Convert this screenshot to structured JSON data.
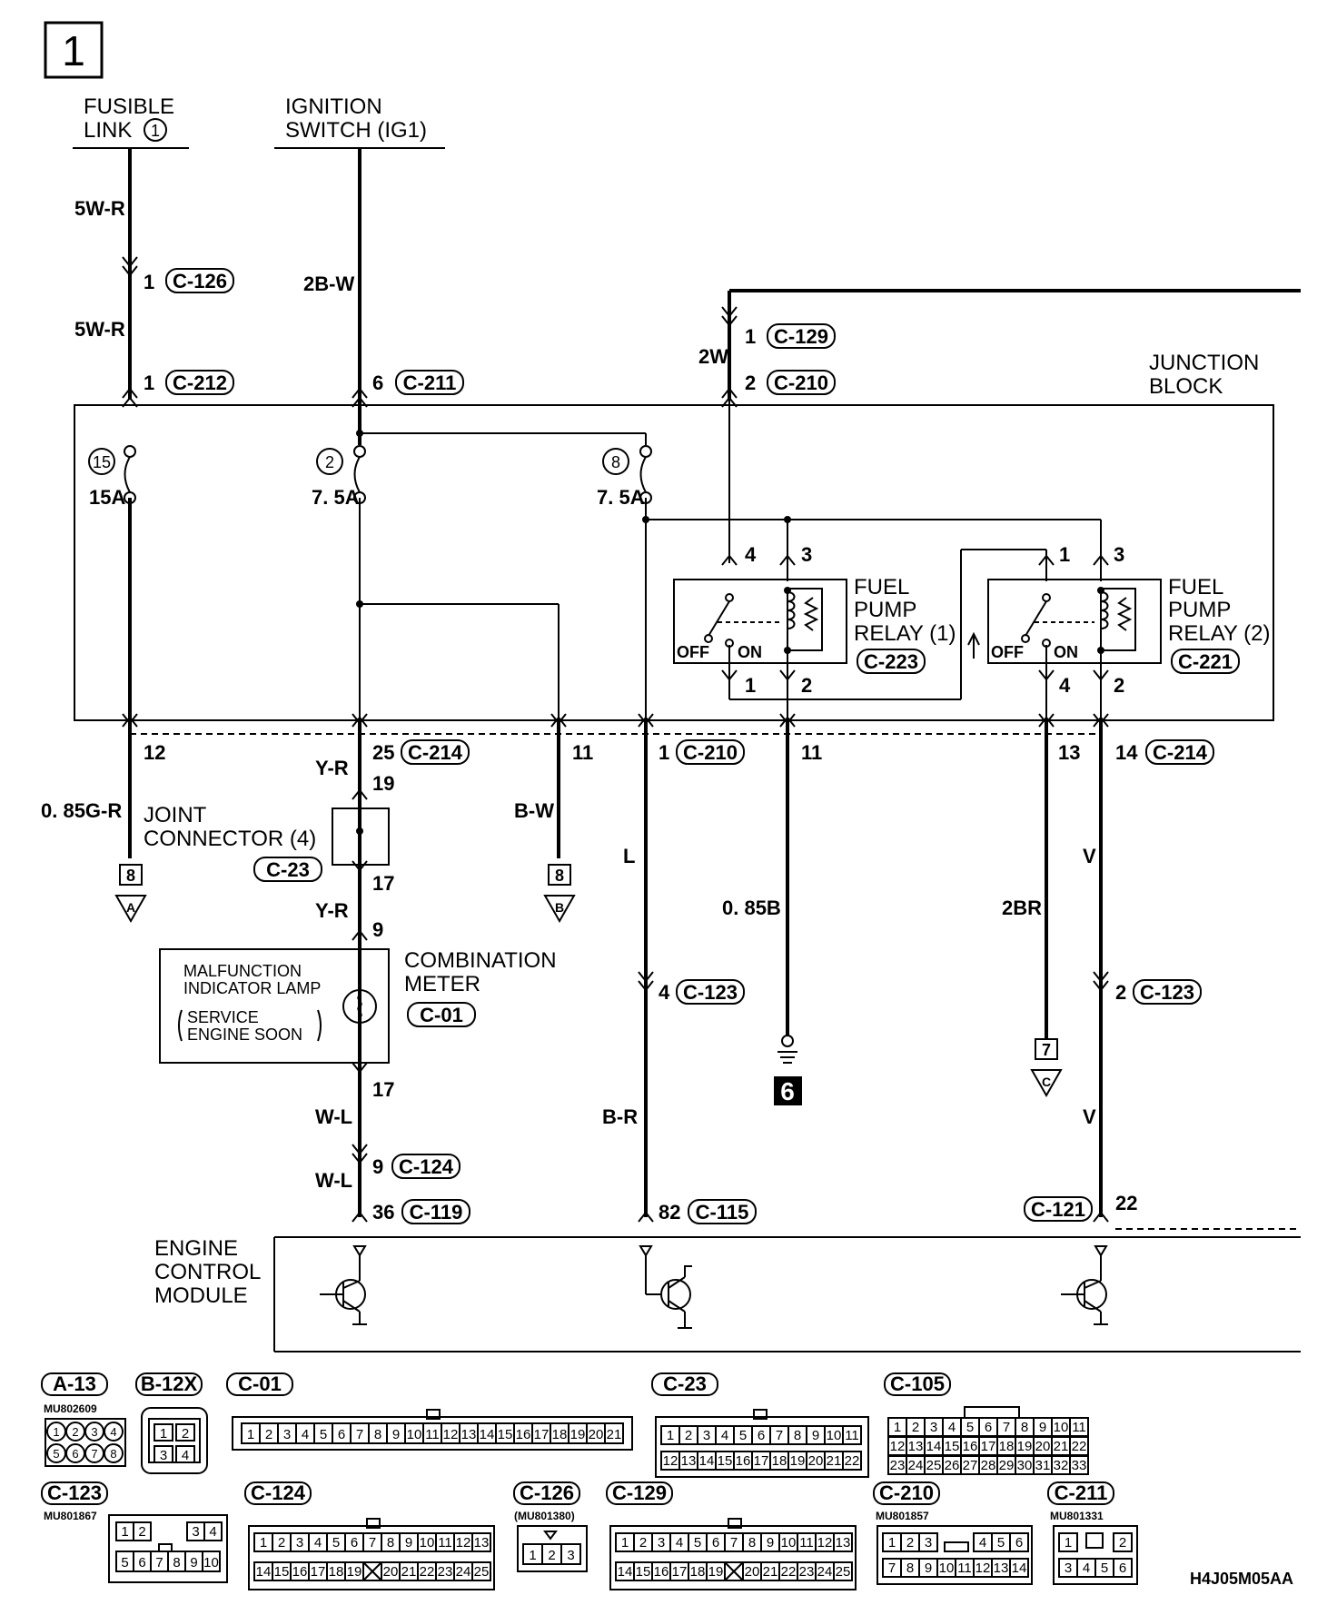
{
  "page_number": "1",
  "sources": {
    "fusible_link_line1": "FUSIBLE",
    "fusible_link_line2": "LINK",
    "fusible_link_num": "1",
    "ignition_line1": "IGNITION",
    "ignition_line2": "SWITCH (IG1)"
  },
  "wires": {
    "w_5wr_a": "5W-R",
    "w_5wr_b": "5W-R",
    "w_2bw": "2B-W",
    "w_2w": "2W",
    "w_yr_a": "Y-R",
    "w_085gr": "0. 85G-R",
    "w_bw": "B-W",
    "w_l": "L",
    "w_085b": "0. 85B",
    "w_2br": "2BR",
    "w_v_a": "V",
    "w_yr_b": "Y-R",
    "w_wl_a": "W-L",
    "w_wl_b": "W-L",
    "w_br": "B-R",
    "w_v_b": "V"
  },
  "pins": {
    "p1_c126": "1",
    "c126": "C-126",
    "p1_c212": "1",
    "c212": "C-212",
    "p6_c211": "6",
    "c211": "C-211",
    "p1_c129": "1",
    "c129": "C-129",
    "p2_c210": "2",
    "c210_top": "C-210",
    "p12": "12",
    "p25": "25",
    "c214_a": "C-214",
    "p11_a": "11",
    "p1_c210": "1",
    "c210_bot": "C-210",
    "p11_b": "11",
    "p13": "13",
    "p14": "14",
    "c214_b": "C-214",
    "p19": "19",
    "p17_a": "17",
    "p9_a": "9",
    "p4_c123": "4",
    "c123_a": "C-123",
    "p2_c123": "2",
    "c123_b": "C-123",
    "p17_b": "17",
    "p9_c124": "9",
    "c124": "C-124",
    "p36": "36",
    "c119": "C-119",
    "p82": "82",
    "c115": "C-115",
    "c121": "C-121",
    "p22": "22"
  },
  "junction_block": {
    "label_line1": "JUNCTION",
    "label_line2": "BLOCK",
    "fuse15_num": "15",
    "fuse15_amp": "15A",
    "fuse2_num": "2",
    "fuse2_amp": "7. 5A",
    "fuse8_num": "8",
    "fuse8_amp": "7. 5A",
    "relay1": {
      "line1": "FUEL",
      "line2": "PUMP",
      "line3": "RELAY (1)",
      "connector": "C-223",
      "pin_tl": "4",
      "pin_tr": "3",
      "pin_bl": "1",
      "pin_br": "2",
      "off": "OFF",
      "on": "ON"
    },
    "relay2": {
      "line1": "FUEL",
      "line2": "PUMP",
      "line3": "RELAY (2)",
      "connector": "C-221",
      "pin_tl": "1",
      "pin_tr": "3",
      "pin_bl": "4",
      "pin_br": "2",
      "off": "OFF",
      "on": "ON"
    }
  },
  "joint_connector": {
    "line1": "JOINT",
    "line2": "CONNECTOR (4)",
    "connector": "C-23"
  },
  "combination_meter": {
    "line1": "COMBINATION",
    "line2": "METER",
    "connector": "C-01",
    "lamp_line1": "MALFUNCTION",
    "lamp_line2": "INDICATOR LAMP",
    "lamp_line3": "SERVICE",
    "lamp_line4": "ENGINE SOON"
  },
  "refs": {
    "ref_a_num": "8",
    "ref_a_letter": "A",
    "ref_b_num": "8",
    "ref_b_letter": "B",
    "ref_c_num": "7",
    "ref_c_letter": "C",
    "ground": "6"
  },
  "ecm": {
    "line1": "ENGINE",
    "line2": "CONTROL",
    "line3": "MODULE"
  },
  "connectors": {
    "a13": {
      "name": "A-13",
      "part": "MU802609",
      "pins": [
        "1",
        "2",
        "3",
        "4",
        "5",
        "6",
        "7",
        "8"
      ]
    },
    "b12x": {
      "name": "B-12X",
      "pins": [
        "1",
        "2",
        "3",
        "4"
      ]
    },
    "c01": {
      "name": "C-01",
      "pins": [
        "1",
        "2",
        "3",
        "4",
        "5",
        "6",
        "7",
        "8",
        "9",
        "10",
        "11",
        "12",
        "13",
        "14",
        "15",
        "16",
        "17",
        "18",
        "19",
        "20",
        "21"
      ]
    },
    "c23": {
      "name": "C-23",
      "row1": [
        "1",
        "2",
        "3",
        "4",
        "5",
        "6",
        "7",
        "8",
        "9",
        "10",
        "11"
      ],
      "row2": [
        "12",
        "13",
        "14",
        "15",
        "16",
        "17",
        "18",
        "19",
        "20",
        "21",
        "22"
      ]
    },
    "c105": {
      "name": "C-105",
      "row1": [
        "1",
        "2",
        "3",
        "4",
        "5",
        "6",
        "7",
        "8",
        "9",
        "10",
        "11"
      ],
      "row2": [
        "12",
        "13",
        "14",
        "15",
        "16",
        "17",
        "18",
        "19",
        "20",
        "21",
        "22"
      ],
      "row3": [
        "23",
        "24",
        "25",
        "26",
        "27",
        "28",
        "29",
        "30",
        "31",
        "32",
        "33"
      ]
    },
    "c123": {
      "name": "C-123",
      "part": "MU801867",
      "row1": [
        "1",
        "2",
        "",
        "",
        "3",
        "4"
      ],
      "row2": [
        "5",
        "6",
        "7",
        "8",
        "9",
        "10"
      ]
    },
    "c124": {
      "name": "C-124",
      "row1": [
        "1",
        "2",
        "3",
        "4",
        "5",
        "6",
        "7",
        "8",
        "9",
        "10",
        "11",
        "12",
        "13"
      ],
      "row2": [
        "14",
        "15",
        "16",
        "17",
        "18",
        "19",
        "",
        "20",
        "21",
        "22",
        "23",
        "24",
        "25"
      ]
    },
    "c126": {
      "name": "C-126",
      "part": "(MU801380)",
      "pins": [
        "1",
        "2",
        "3"
      ]
    },
    "c129": {
      "name": "C-129",
      "row1": [
        "1",
        "2",
        "3",
        "4",
        "5",
        "6",
        "7",
        "8",
        "9",
        "10",
        "11",
        "12",
        "13"
      ],
      "row2": [
        "14",
        "15",
        "16",
        "17",
        "18",
        "19",
        "",
        "20",
        "21",
        "22",
        "23",
        "24",
        "25"
      ]
    },
    "c210": {
      "name": "C-210",
      "part": "MU801857",
      "row1": [
        "1",
        "2",
        "3",
        "",
        "4",
        "5",
        "6"
      ],
      "row2": [
        "7",
        "8",
        "9",
        "10",
        "11",
        "12",
        "13",
        "14"
      ]
    },
    "c211": {
      "name": "C-211",
      "part": "MU801331",
      "row1": [
        "1",
        "",
        "2"
      ],
      "row2": [
        "3",
        "4",
        "5",
        "6"
      ]
    }
  },
  "footer_code": "H4J05M05AA"
}
